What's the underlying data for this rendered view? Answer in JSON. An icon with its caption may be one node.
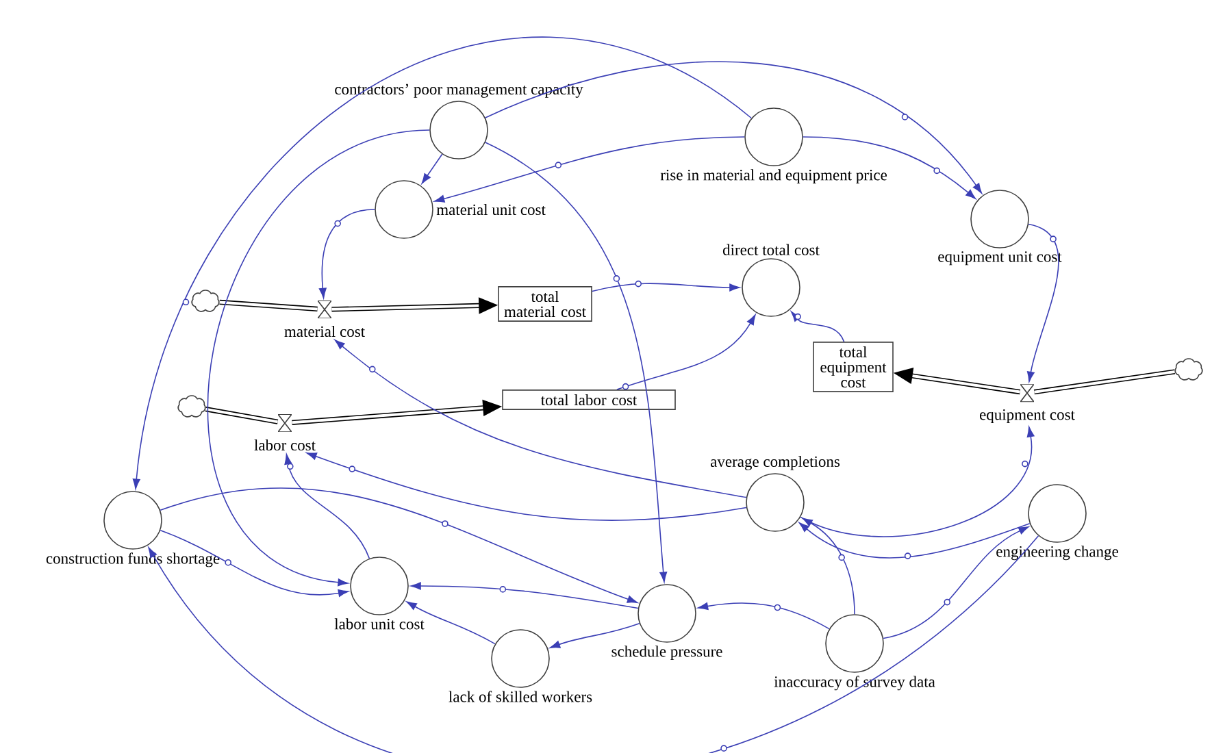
{
  "diagram": {
    "nodes": [
      {
        "text": [
          "contractors’ poor management capacity"
        ]
      },
      {
        "text": [
          "rise in material and equipment price"
        ]
      },
      {
        "text": [
          "material unit cost"
        ]
      },
      {
        "text": [
          "equipment unit cost"
        ]
      },
      {
        "text": [
          "direct total cost"
        ]
      },
      {
        "text": [
          "total material cost"
        ]
      },
      {
        "text": [
          "material cost"
        ]
      },
      {
        "text": [
          "total equipment cost"
        ]
      },
      {
        "text": [
          "equipment cost"
        ]
      },
      {
        "text": [
          "total labor cost"
        ]
      },
      {
        "text": [
          "labor cost"
        ]
      },
      {
        "text": [
          "average completions"
        ]
      },
      {
        "text": [
          "engineering change"
        ]
      },
      {
        "text": [
          "construction funds shortage"
        ]
      },
      {
        "text": [
          "labor unit cost"
        ]
      },
      {
        "text": [
          "schedule pressure"
        ]
      },
      {
        "text": [
          "lack of skilled workers"
        ]
      },
      {
        "text": [
          "inaccuracy of survey data"
        ]
      },
      {
        "text": [],
        "shape": "cloud"
      },
      {
        "text": [],
        "shape": "cloud"
      },
      {
        "text": [],
        "shape": "cloud"
      }
    ],
    "edges": [
      {
        "from": 18,
        "to": 6,
        "arrow": "none",
        "style": "thick",
        "color": "#000000"
      },
      {
        "from": 6,
        "to": 5,
        "arrow": "to",
        "style": "thick",
        "color": "#000000"
      },
      {
        "from": 19,
        "to": 8,
        "arrow": "none",
        "style": "thick",
        "color": "#000000"
      },
      {
        "from": 8,
        "to": 7,
        "arrow": "to",
        "style": "thick",
        "color": "#000000"
      },
      {
        "from": 20,
        "to": 10,
        "arrow": "none",
        "style": "thick",
        "color": "#000000"
      },
      {
        "from": 10,
        "to": 9,
        "arrow": "to",
        "style": "thick",
        "color": "#000000"
      },
      {
        "from": 0,
        "to": 2,
        "arrow": "to"
      },
      {
        "from": 0,
        "to": 3,
        "arrow": "to"
      },
      {
        "from": 0,
        "to": 15,
        "arrow": "to"
      },
      {
        "from": 0,
        "to": 14,
        "arrow": "to"
      },
      {
        "from": 1,
        "to": 3,
        "arrow": "to"
      },
      {
        "from": 1,
        "to": 2,
        "arrow": "to"
      },
      {
        "from": 1,
        "to": 13,
        "arrow": "to"
      },
      {
        "from": 2,
        "to": 6,
        "arrow": "to"
      },
      {
        "from": 3,
        "to": 8,
        "arrow": "to"
      },
      {
        "from": 5,
        "to": 4,
        "arrow": "to"
      },
      {
        "from": 9,
        "to": 4,
        "arrow": "to"
      },
      {
        "from": 7,
        "to": 4,
        "arrow": "to"
      },
      {
        "from": 11,
        "to": 6,
        "arrow": "to"
      },
      {
        "from": 11,
        "to": 10,
        "arrow": "to"
      },
      {
        "from": 11,
        "to": 8,
        "arrow": "to"
      },
      {
        "from": 14,
        "to": 10,
        "arrow": "to"
      },
      {
        "from": 13,
        "to": 14,
        "arrow": "to"
      },
      {
        "from": 13,
        "to": 15,
        "arrow": "to"
      },
      {
        "from": 15,
        "to": 14,
        "arrow": "to"
      },
      {
        "from": 16,
        "to": 14,
        "arrow": "to"
      },
      {
        "from": 15,
        "to": 16,
        "arrow": "to"
      },
      {
        "from": 17,
        "to": 15,
        "arrow": "to"
      },
      {
        "from": 17,
        "to": 11,
        "arrow": "to"
      },
      {
        "from": 12,
        "to": 11,
        "arrow": "to"
      },
      {
        "from": 17,
        "to": 12,
        "arrow": "to"
      },
      {
        "from": 12,
        "to": 13,
        "arrow": "to"
      }
    ]
  }
}
